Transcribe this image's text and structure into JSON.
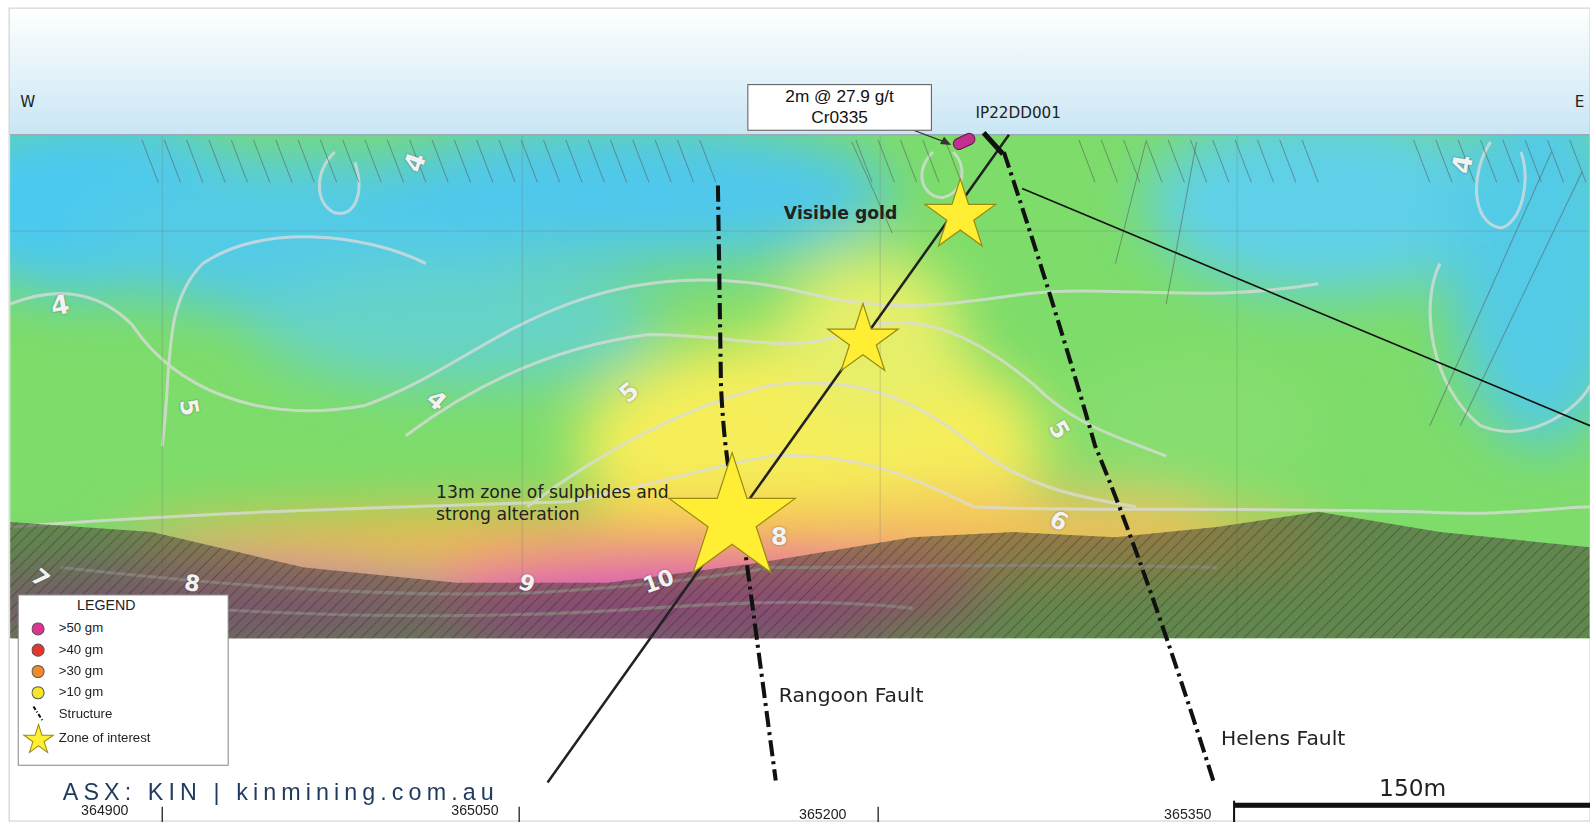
{
  "diagram": {
    "nodes": [
      {
        "text": [
          "2m @ 27.9 g/t Cr0335"
        ]
      }
    ],
    "labels": [
      "W",
      "E",
      "IP22DD001",
      "Visible gold",
      "13m zone of sulphides and strong alteration",
      "Rangoon Fault",
      "Helens Fault",
      "150m",
      "ASX: KIN | kinmining.com.au",
      "364900",
      "365050",
      "365200",
      "365350",
      "LEGEND",
      "4",
      "4",
      "4",
      "5",
      "4",
      "5",
      "5",
      "6",
      "8",
      "7",
      "8",
      "9",
      "10"
    ],
    "legend": [
      {
        "text": ">50 gm",
        "color": "#e0338f"
      },
      {
        "text": ">40 gm",
        "color": "#e8352c"
      },
      {
        "text": ">30 gm",
        "color": "#f08a2c"
      },
      {
        "text": ">10 gm",
        "color": "#f7e628"
      },
      {
        "text": "Structure"
      },
      {
        "text": "Zone of interest"
      }
    ]
  }
}
